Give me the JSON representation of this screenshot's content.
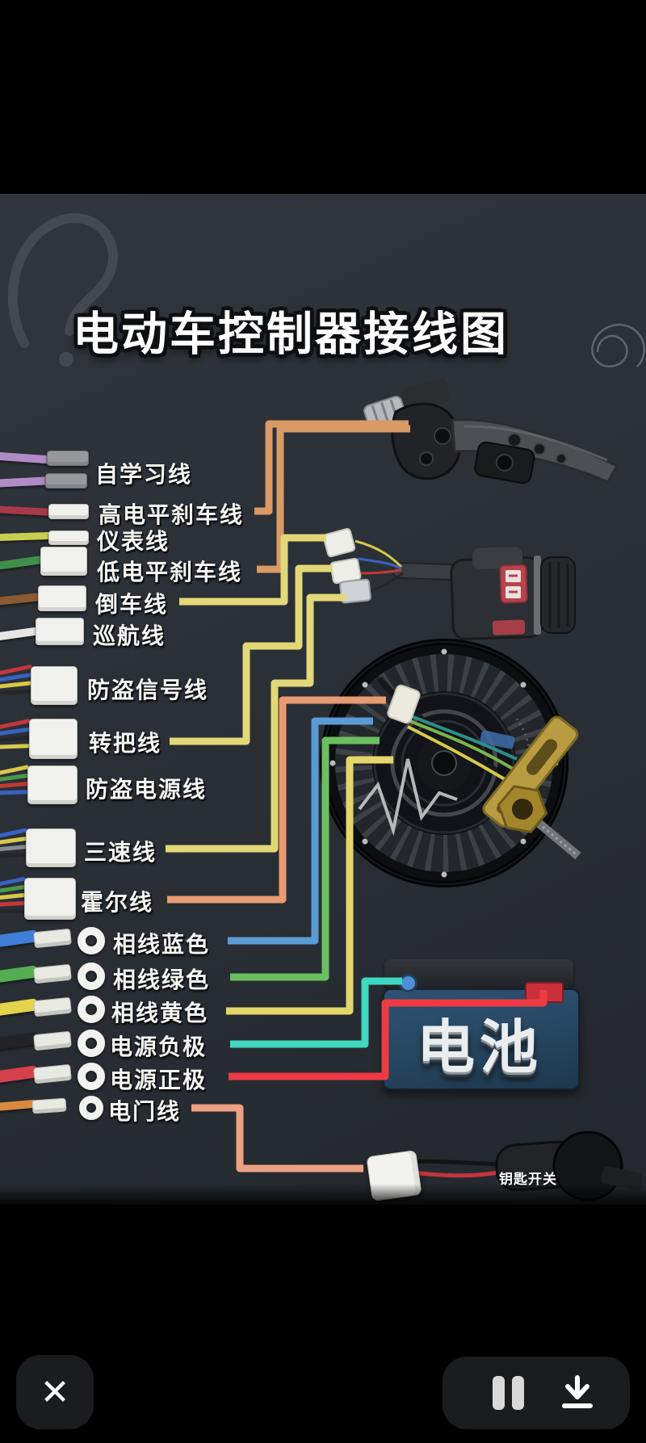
{
  "viewer": {
    "title": "电动车控制器接线图",
    "battery_label": "电池",
    "key_switch_label": "钥匙开关"
  },
  "wires": [
    {
      "label": "自学习线",
      "wire_color": "#b08cc6",
      "terminal": "plug"
    },
    {
      "label": "高电平刹车线",
      "wire_color": "#a83a48",
      "line_color": "#d99a66",
      "terminal": "plug"
    },
    {
      "label": "仪表线",
      "wire_color": "#c6d050",
      "terminal": "plug"
    },
    {
      "label": "低电平刹车线",
      "wire_color": "#3f8f4a",
      "line_color": "#d99a66",
      "terminal": "plug"
    },
    {
      "label": "倒车线",
      "wire_color": "#8a5a35",
      "line_color": "#e2d878",
      "terminal": "plug"
    },
    {
      "label": "巡航线",
      "wire_color": "#e6e6e2",
      "terminal": "plug"
    },
    {
      "label": "防盗信号线",
      "wire_color": "multi",
      "terminal": "plug"
    },
    {
      "label": "转把线",
      "wire_color": "multi",
      "line_color": "#e2d878",
      "terminal": "plug"
    },
    {
      "label": "防盗电源线",
      "wire_color": "multi",
      "terminal": "plug"
    },
    {
      "label": "三速线",
      "wire_color": "multi",
      "line_color": "#e2d878",
      "terminal": "plug"
    },
    {
      "label": "霍尔线",
      "wire_color": "multi",
      "line_color": "#e89a72",
      "terminal": "plug"
    },
    {
      "label": "相线蓝色",
      "wire_color": "#3f7fd9",
      "line_color": "#5b9bd5",
      "terminal": "ring"
    },
    {
      "label": "相线绿色",
      "wire_color": "#55ad52",
      "line_color": "#6abf5e",
      "terminal": "ring"
    },
    {
      "label": "相线黄色",
      "wire_color": "#e3d44c",
      "line_color": "#e4d66a",
      "terminal": "ring"
    },
    {
      "label": "电源负极",
      "wire_color": "#232326",
      "line_color": "#3fd9c0",
      "terminal": "ring"
    },
    {
      "label": "电源正极",
      "wire_color": "#d6404a",
      "line_color": "#ef3a44",
      "terminal": "ring"
    },
    {
      "label": "电门线",
      "wire_color": "#d98a3f",
      "line_color": "#eda183",
      "terminal": "ring"
    }
  ],
  "toolbar": {
    "close_icon": "✕",
    "pause_icon": "pause",
    "download_icon": "download"
  }
}
